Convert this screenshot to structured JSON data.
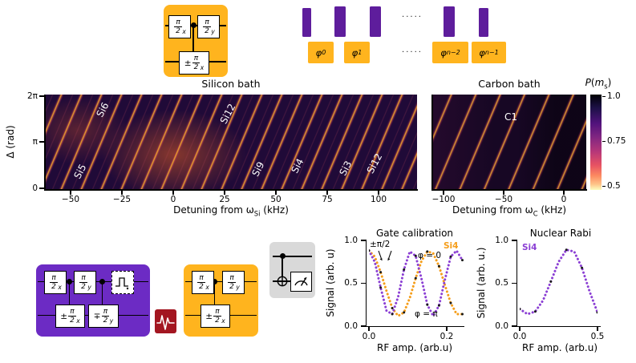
{
  "colors": {
    "orange": "#FFB41E",
    "purple_box": "#6C2BC4",
    "pulse_purple": "#5E1D9C",
    "red_box": "#A31621",
    "gray_box": "#D9D9D9",
    "curve_orange": "#F59E1B",
    "curve_purple": "#8B3FD4"
  },
  "circuits": {
    "top": {
      "g1": {
        "pre": "",
        "num": "π",
        "den": "2",
        "sub": "x"
      },
      "g2": {
        "pre": "",
        "num": "π",
        "den": "2",
        "sub": "y"
      },
      "g3": {
        "pre": "±",
        "num": "π",
        "den": "2",
        "sub": "x"
      }
    },
    "purple": {
      "g1": {
        "pre": "",
        "num": "π",
        "den": "2",
        "sub": "x"
      },
      "g2": {
        "pre": "",
        "num": "π",
        "den": "2",
        "sub": "y"
      },
      "g3": {
        "pre": "±",
        "num": "π",
        "den": "2",
        "sub": "x"
      },
      "g4": {
        "pre": "∓",
        "num": "π",
        "den": "2",
        "sub": "y"
      }
    },
    "orange": {
      "g1": {
        "pre": "",
        "num": "π",
        "den": "2",
        "sub": "x"
      },
      "g2": {
        "pre": "",
        "num": "π",
        "den": "2",
        "sub": "y"
      },
      "g3": {
        "pre": "±",
        "num": "π",
        "den": "2",
        "sub": "x"
      }
    }
  },
  "pulse_sequence": {
    "dots_top": "·····",
    "dots_bottom": "·····",
    "phases": [
      {
        "base": "φ",
        "sub": "0"
      },
      {
        "base": "φ",
        "sub": "1"
      },
      {
        "base": "φ",
        "sub": "n−2"
      },
      {
        "base": "φ",
        "sub": "n−1"
      }
    ]
  },
  "heatmaps": {
    "silicon": {
      "title": "Silicon bath",
      "ylabel": "Δ (rad)",
      "yticks": [
        "2π",
        "π",
        "0"
      ],
      "xticks": [
        "−50",
        "−25",
        "0",
        "25",
        "50",
        "75",
        "100"
      ],
      "xlabel": {
        "pre": "Detuning from ω",
        "sub": "Si",
        "post": " (kHz)"
      },
      "labels": [
        "Si6",
        "Si12",
        "Si5",
        "Si9",
        "Si4",
        "Si3",
        "Si12"
      ]
    },
    "carbon": {
      "title": "Carbon bath",
      "xticks": [
        "−100",
        "−50",
        "0"
      ],
      "xlabel": {
        "pre": "Detuning from ω",
        "sub": "C",
        "post": " (kHz)"
      },
      "labels": [
        "C1"
      ]
    },
    "colorbar": {
      "p": "P",
      "open": "(",
      "m": "m",
      "sub": "s",
      "close": ")",
      "ticks": [
        "1.0",
        "0.75",
        "0.5"
      ]
    }
  },
  "plots": {
    "gate_cal": {
      "title": "Gate calibration",
      "ylabel": "Signal (arb. u)",
      "xlabel": "RF amp. (arb.u)",
      "yticks": [
        "1.0",
        "0.5",
        "0.0"
      ],
      "xticks": [
        "0.0",
        "0.2"
      ],
      "ann_pm": "±π/2",
      "ann_si4": "Si4",
      "ann_phi0": "φ = 0",
      "ann_phipi": "φ = π"
    },
    "rabi": {
      "title": "Nuclear Rabi",
      "ylabel": "Signal (arb. u.)",
      "xlabel": "RF amp. (arb.u)",
      "yticks": [
        "1.0",
        "0.5",
        "0.0"
      ],
      "xticks": [
        "0.0",
        "0.5"
      ],
      "ann_si4": "Si4"
    }
  },
  "chart_data": [
    {
      "id": "silicon-bath",
      "type": "heatmap",
      "title": "Silicon bath",
      "xlabel": "Detuning from ω_Si (kHz)",
      "ylabel": "Δ (rad)",
      "xlim": [
        -62,
        119
      ],
      "ylim_labels": [
        "0",
        "2π"
      ],
      "xticks": [
        -50,
        -25,
        0,
        25,
        50,
        75,
        100
      ],
      "yticks": [
        "2π",
        "π",
        "0"
      ],
      "colorbar_label": "P(m_s)",
      "colorbar_ticks": [
        1.0,
        0.75,
        0.5
      ],
      "colormap": "magma reversed (P=1.0 dark, P=0.5 bright yellow)",
      "resonances": [
        {
          "label": "Si6",
          "detuning_khz": -34
        },
        {
          "label": "Si12",
          "detuning_khz": 26
        },
        {
          "label": "Si5",
          "detuning_khz": -45
        },
        {
          "label": "Si9",
          "detuning_khz": 41
        },
        {
          "label": "Si4",
          "detuning_khz": 61
        },
        {
          "label": "Si3",
          "detuning_khz": 84
        },
        {
          "label": "Si12",
          "detuning_khz": 98
        }
      ]
    },
    {
      "id": "carbon-bath",
      "type": "heatmap",
      "title": "Carbon bath",
      "xlabel": "Detuning from ω_C (kHz)",
      "xlim": [
        -109,
        19
      ],
      "xticks": [
        -100,
        -50,
        0
      ],
      "resonances": [
        {
          "label": "C1",
          "detuning_khz": -43
        }
      ]
    },
    {
      "id": "gate-calibration",
      "type": "scatter",
      "title": "Gate calibration",
      "xlabel": "RF amp. (arb.u)",
      "ylabel": "Signal (arb. u)",
      "xlim": [
        0,
        0.243
      ],
      "ylim": [
        0,
        1
      ],
      "xticks": [
        0,
        0.2
      ],
      "yticks": [
        0,
        0.5,
        1
      ],
      "annotations": [
        "±π/2",
        "Si4",
        "φ = 0",
        "φ = π"
      ],
      "series": [
        {
          "name": "φ = 0",
          "color": "#F59E1B",
          "x": [
            0,
            0.015,
            0.03,
            0.045,
            0.06,
            0.075,
            0.09,
            0.105,
            0.12,
            0.135,
            0.15,
            0.165,
            0.18,
            0.195,
            0.21,
            0.225,
            0.24
          ],
          "y": [
            0.88,
            0.81,
            0.63,
            0.41,
            0.21,
            0.12,
            0.16,
            0.33,
            0.56,
            0.76,
            0.87,
            0.85,
            0.7,
            0.48,
            0.27,
            0.14,
            0.14
          ]
        },
        {
          "name": "φ = π",
          "color": "#8B3FD4",
          "x": [
            0,
            0.015,
            0.03,
            0.045,
            0.06,
            0.075,
            0.09,
            0.105,
            0.12,
            0.135,
            0.15,
            0.165,
            0.18,
            0.195,
            0.21,
            0.225,
            0.24
          ],
          "y": [
            0.88,
            0.75,
            0.45,
            0.18,
            0.14,
            0.34,
            0.66,
            0.87,
            0.82,
            0.55,
            0.25,
            0.12,
            0.24,
            0.54,
            0.81,
            0.88,
            0.77
          ]
        }
      ]
    },
    {
      "id": "nuclear-rabi",
      "type": "scatter",
      "title": "Nuclear Rabi",
      "xlabel": "RF amp. (arb.u)",
      "ylabel": "Signal (arb. u.)",
      "xlim": [
        0,
        0.5
      ],
      "ylim": [
        0,
        1
      ],
      "xticks": [
        0,
        0.5
      ],
      "yticks": [
        0,
        0.5,
        1
      ],
      "annotations": [
        "Si4"
      ],
      "series": [
        {
          "name": "Si4",
          "color": "#8B3FD4",
          "x": [
            0,
            0.05,
            0.1,
            0.15,
            0.2,
            0.25,
            0.3,
            0.35,
            0.4,
            0.45,
            0.5
          ],
          "y": [
            0.2,
            0.14,
            0.17,
            0.3,
            0.52,
            0.75,
            0.89,
            0.87,
            0.68,
            0.4,
            0.16
          ]
        }
      ]
    }
  ]
}
